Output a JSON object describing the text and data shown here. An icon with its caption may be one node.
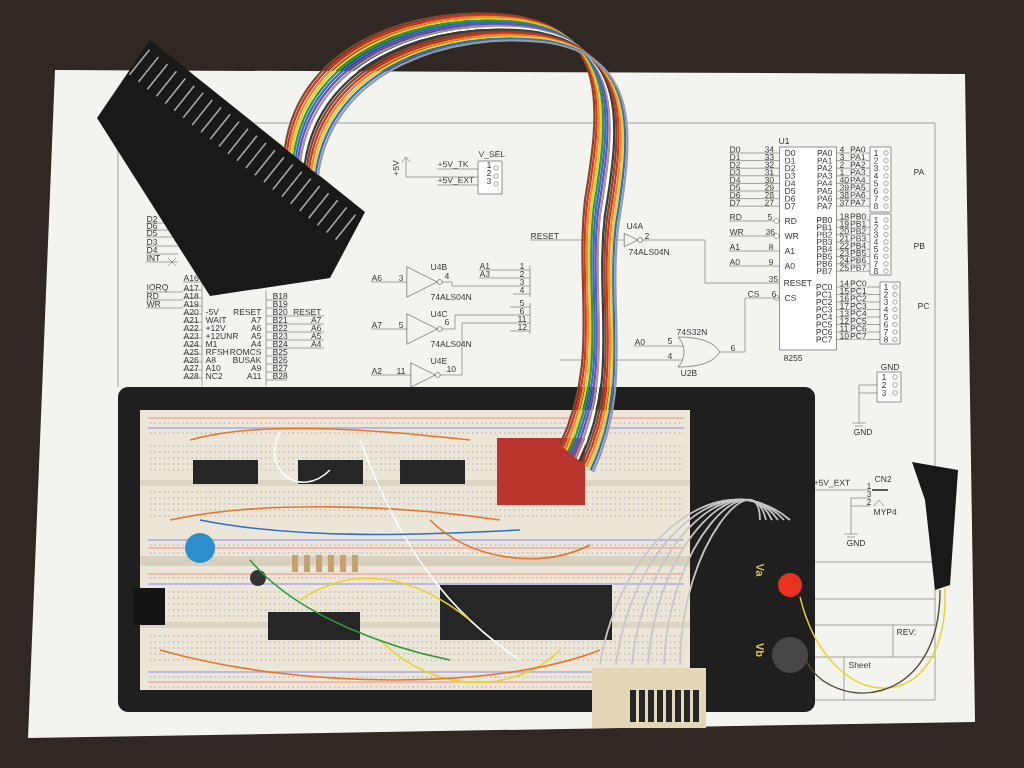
{
  "diagram": {
    "nodes": [
      {
        "text": [
          "U1",
          "D0",
          "D1",
          "D2",
          "D3",
          "D4",
          "D5",
          "D6",
          "D7",
          "RD",
          "WR",
          "A1",
          "A0",
          "RESET",
          "CS",
          "PA0",
          "PA1",
          "PA2",
          "PA3",
          "PA4",
          "PA5",
          "PA6",
          "PA7",
          "PB0",
          "PB1",
          "PB2",
          "PB3",
          "PB4",
          "PB5",
          "PB6",
          "PB7",
          "PC0",
          "PC1",
          "PC2",
          "PC3",
          "PC4",
          "PC5",
          "PC6",
          "PC7",
          "8255"
        ]
      },
      {
        "text": [
          "V_SEL"
        ]
      },
      {
        "text": [
          "PA"
        ]
      },
      {
        "text": [
          "PB"
        ]
      },
      {
        "text": [
          "PC"
        ]
      },
      {
        "text": [
          "GND"
        ]
      },
      {
        "text": [
          "U4B",
          "74ALS04N"
        ]
      },
      {
        "text": [
          "U4C",
          "74ALS04N"
        ]
      },
      {
        "text": [
          "U4E"
        ]
      },
      {
        "text": [
          "U4A",
          "74ALS04N"
        ]
      },
      {
        "text": [
          "74S32N",
          "U2B"
        ]
      }
    ],
    "edges": [
      {
        "from": 9,
        "to": 0,
        "arrow": "none"
      },
      {
        "from": 10,
        "to": 0,
        "arrow": "none"
      },
      {
        "from": 0,
        "to": 2,
        "arrow": "none",
        "label": "PA0"
      },
      {
        "from": 0,
        "to": 2,
        "arrow": "none",
        "label": "PA1"
      },
      {
        "from": 0,
        "to": 2,
        "arrow": "none",
        "label": "PA2"
      },
      {
        "from": 0,
        "to": 2,
        "arrow": "none",
        "label": "PA3"
      },
      {
        "from": 0,
        "to": 2,
        "arrow": "none",
        "label": "PA4"
      },
      {
        "from": 0,
        "to": 2,
        "arrow": "none",
        "label": "PA5"
      },
      {
        "from": 0,
        "to": 2,
        "arrow": "none",
        "label": "PA6"
      },
      {
        "from": 0,
        "to": 2,
        "arrow": "none",
        "label": "PA7"
      },
      {
        "from": 0,
        "to": 3,
        "arrow": "none",
        "label": "PB0"
      },
      {
        "from": 0,
        "to": 3,
        "arrow": "none",
        "label": "PB1"
      },
      {
        "from": 0,
        "to": 3,
        "arrow": "none",
        "label": "PB2"
      },
      {
        "from": 0,
        "to": 3,
        "arrow": "none",
        "label": "PB3"
      },
      {
        "from": 0,
        "to": 3,
        "arrow": "none",
        "label": "PB4"
      },
      {
        "from": 0,
        "to": 3,
        "arrow": "none",
        "label": "PB5"
      },
      {
        "from": 0,
        "to": 3,
        "arrow": "none",
        "label": "PB6"
      },
      {
        "from": 0,
        "to": 3,
        "arrow": "none",
        "label": "PB7"
      },
      {
        "from": 0,
        "to": 4,
        "arrow": "none",
        "label": "PC0"
      },
      {
        "from": 0,
        "to": 4,
        "arrow": "none",
        "label": "PC1"
      },
      {
        "from": 0,
        "to": 4,
        "arrow": "none",
        "label": "PC2"
      },
      {
        "from": 0,
        "to": 4,
        "arrow": "none",
        "label": "PC3"
      },
      {
        "from": 0,
        "to": 4,
        "arrow": "none",
        "label": "PC4"
      },
      {
        "from": 0,
        "to": 4,
        "arrow": "none",
        "label": "PC5"
      },
      {
        "from": 0,
        "to": 4,
        "arrow": "none",
        "label": "PC6"
      },
      {
        "from": 0,
        "to": 4,
        "arrow": "none",
        "label": "PC7"
      }
    ],
    "labels": [
      "+5V",
      "+5V_TK",
      "+5V_EXT",
      "1",
      "2",
      "3",
      "RESET",
      "2",
      "A6",
      "3",
      "4",
      "A1",
      "A3",
      "1",
      "2",
      "3",
      "4",
      "A7",
      "5",
      "6",
      "5",
      "6",
      "11",
      "12",
      "A2",
      "11",
      "10",
      "A0",
      "5",
      "4",
      "6",
      "D0",
      "D1",
      "D2",
      "D3",
      "D4",
      "D5",
      "D6",
      "D7",
      "34",
      "33",
      "32",
      "31",
      "30",
      "29",
      "28",
      "27",
      "RD",
      "5",
      "WR",
      "36",
      "A1",
      "8",
      "A0",
      "9",
      "35",
      "CS",
      "6",
      "4",
      "3",
      "2",
      "1",
      "40",
      "39",
      "38",
      "37",
      "18",
      "19",
      "20",
      "21",
      "22",
      "23",
      "24",
      "25",
      "14",
      "15",
      "16",
      "17",
      "13",
      "12",
      "11",
      "10",
      "1",
      "2",
      "3",
      "4",
      "5",
      "6",
      "7",
      "8",
      "1",
      "2",
      "3",
      "4",
      "5",
      "6",
      "7",
      "8",
      "1",
      "2",
      "3",
      "4",
      "5",
      "6",
      "7",
      "8",
      "1",
      "2",
      "3",
      "GND",
      "+5V_EXT",
      "CN2",
      "1",
      "3",
      "2",
      "MYP4",
      "GND",
      "REV:",
      "Sheet",
      "D2",
      "D6",
      "D5",
      "D3",
      "D4",
      "INT",
      "A16",
      "IORQ",
      "A17",
      "RD",
      "A18",
      "B18",
      "WR",
      "A19",
      "B19",
      "A20",
      "-5V",
      "RESET",
      "B20",
      "RESET",
      "A21",
      "WAIT",
      "A7",
      "B21",
      "A7",
      "A22",
      "+12V",
      "A6",
      "B22",
      "A6",
      "A23",
      "+12UNR",
      "A5",
      "B23",
      "A5",
      "A24",
      "M1",
      "A4",
      "B24",
      "A4",
      "A25",
      "RFSH",
      "ROMCS",
      "B25",
      "A26",
      "A8",
      "BUSAK",
      "B26",
      "A27",
      "A10",
      "A9",
      "B27",
      "A28",
      "NC2",
      "A11",
      "B28",
      "Va",
      "Vb"
    ]
  }
}
